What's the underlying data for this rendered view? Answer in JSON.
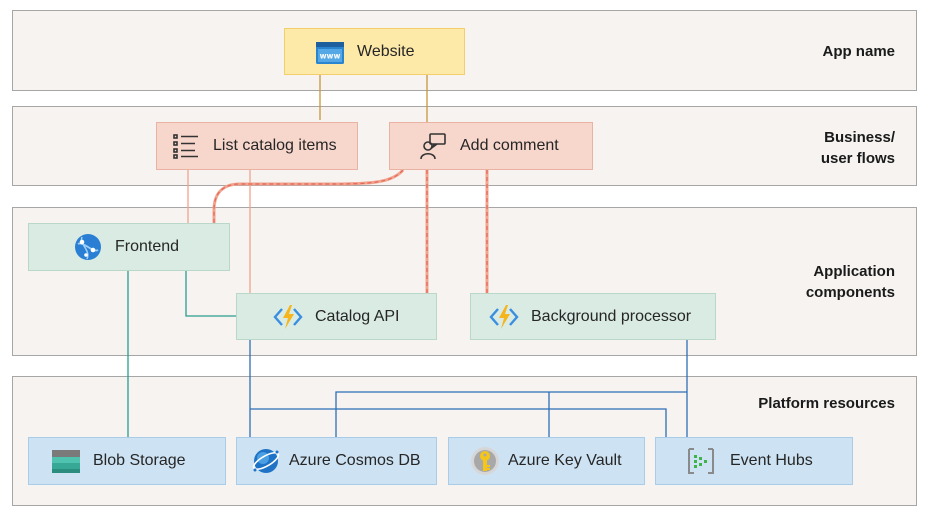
{
  "bands": {
    "app_name": "App name",
    "flows": "Business/\nuser flows",
    "components": "Application\ncomponents",
    "platform": "Platform resources"
  },
  "nodes": {
    "website": {
      "label": "Website",
      "icon": "www-icon"
    },
    "list_catalog": {
      "label": "List catalog items",
      "icon": "list-icon"
    },
    "add_comment": {
      "label": "Add comment",
      "icon": "comment-user-icon"
    },
    "frontend": {
      "label": "Frontend",
      "icon": "app-service-icon"
    },
    "catalog_api": {
      "label": "Catalog API",
      "icon": "azure-function-icon"
    },
    "background_processor": {
      "label": "Background processor",
      "icon": "azure-function-icon"
    },
    "blob_storage": {
      "label": "Blob Storage",
      "icon": "storage-icon"
    },
    "cosmos_db": {
      "label": "Azure Cosmos DB",
      "icon": "cosmos-db-icon"
    },
    "key_vault": {
      "label": "Azure Key Vault",
      "icon": "key-vault-icon"
    },
    "event_hubs": {
      "label": "Event Hubs",
      "icon": "event-hubs-icon"
    }
  },
  "colors": {
    "website_fill": "#fde9a8",
    "flow_fill": "#f7d6cc",
    "component_fill": "#d9ebe3",
    "platform_fill": "#cde3f3",
    "band_fill": "#f6f3f1",
    "website_link": "#c8963c",
    "flow_link": "#f0a58e",
    "flow_dashed": "#e8655a",
    "component_link": "#2a9d8f",
    "platform_link": "#2e6fb7"
  }
}
